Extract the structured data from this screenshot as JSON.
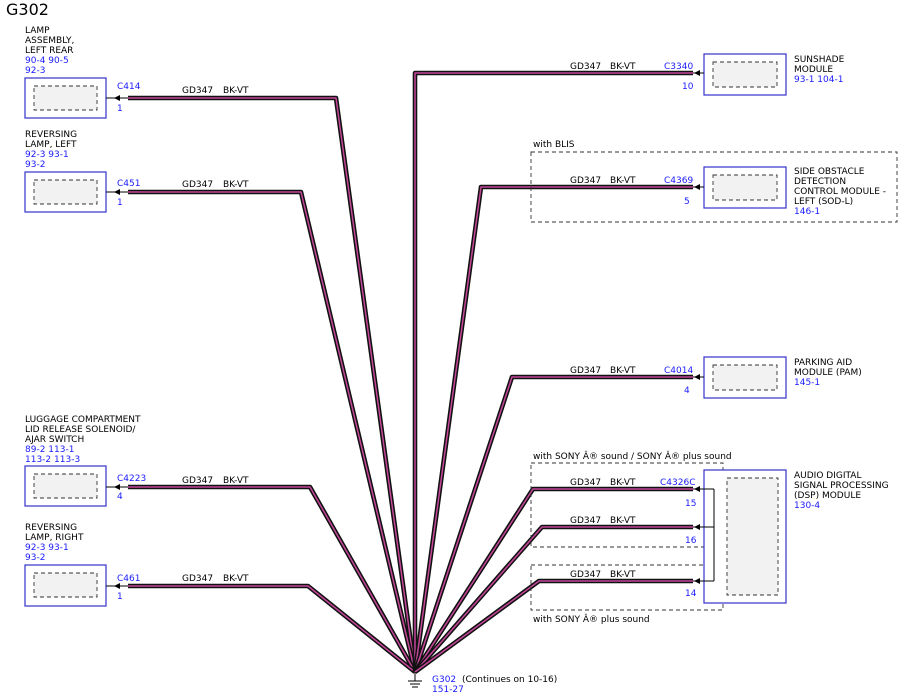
{
  "title": "G302",
  "wire_circuit": "GD347",
  "wire_color": "BK-VT",
  "ground": {
    "label": "G302",
    "ref": "151-27",
    "continues": "(Continues on 10-16)"
  },
  "groups": {
    "blis": "with BLIS",
    "sony_sound": "with SONY Â® sound / SONY Â® plus sound",
    "sony_plus": "with SONY Â® plus sound"
  },
  "components": [
    {
      "id": "lamp-left-rear",
      "name_lines": [
        "LAMP",
        "ASSEMBLY,",
        "LEFT REAR"
      ],
      "ref_lines": [
        "90-4    90-5",
        "92-3"
      ],
      "connectors": [
        {
          "connector": "C414",
          "pin": "1"
        }
      ]
    },
    {
      "id": "reversing-lamp-left",
      "name_lines": [
        "REVERSING",
        "LAMP, LEFT"
      ],
      "ref_lines": [
        "92-3    93-1",
        "93-2"
      ],
      "connectors": [
        {
          "connector": "C451",
          "pin": "1"
        }
      ]
    },
    {
      "id": "luggage-switch",
      "name_lines": [
        "LUGGAGE COMPARTMENT",
        "LID RELEASE SOLENOID/",
        "AJAR SWITCH"
      ],
      "ref_lines": [
        "89-2    113-1",
        "113-2   113-3"
      ],
      "connectors": [
        {
          "connector": "C4223",
          "pin": "4"
        }
      ]
    },
    {
      "id": "reversing-lamp-right",
      "name_lines": [
        "REVERSING",
        "LAMP, RIGHT"
      ],
      "ref_lines": [
        "92-3    93-1",
        "93-2"
      ],
      "connectors": [
        {
          "connector": "C461",
          "pin": "1"
        }
      ]
    },
    {
      "id": "sunshade-module",
      "name_lines": [
        "SUNSHADE",
        "MODULE"
      ],
      "ref_lines": [
        "93-1    104-1"
      ],
      "connectors": [
        {
          "connector": "C3340",
          "pin": "10"
        }
      ]
    },
    {
      "id": "side-obstacle-module",
      "name_lines": [
        "SIDE OBSTACLE",
        "DETECTION",
        "CONTROL MODULE -",
        "LEFT (SOD-L)"
      ],
      "ref_lines": [
        "146-1"
      ],
      "connectors": [
        {
          "connector": "C4369",
          "pin": "5"
        }
      ]
    },
    {
      "id": "parking-aid-module",
      "name_lines": [
        "PARKING AID",
        "MODULE (PAM)"
      ],
      "ref_lines": [
        "145-1"
      ],
      "connectors": [
        {
          "connector": "C4014",
          "pin": "4"
        }
      ]
    },
    {
      "id": "audio-dsp-module",
      "name_lines": [
        "AUDIO DIGITAL",
        "SIGNAL PROCESSING",
        "(DSP) MODULE"
      ],
      "ref_lines": [
        "130-4"
      ],
      "connectors": [
        {
          "connector": "C4326C",
          "pin": "15"
        },
        {
          "connector": "",
          "pin": "16"
        },
        {
          "connector": "",
          "pin": "14"
        }
      ]
    }
  ]
}
